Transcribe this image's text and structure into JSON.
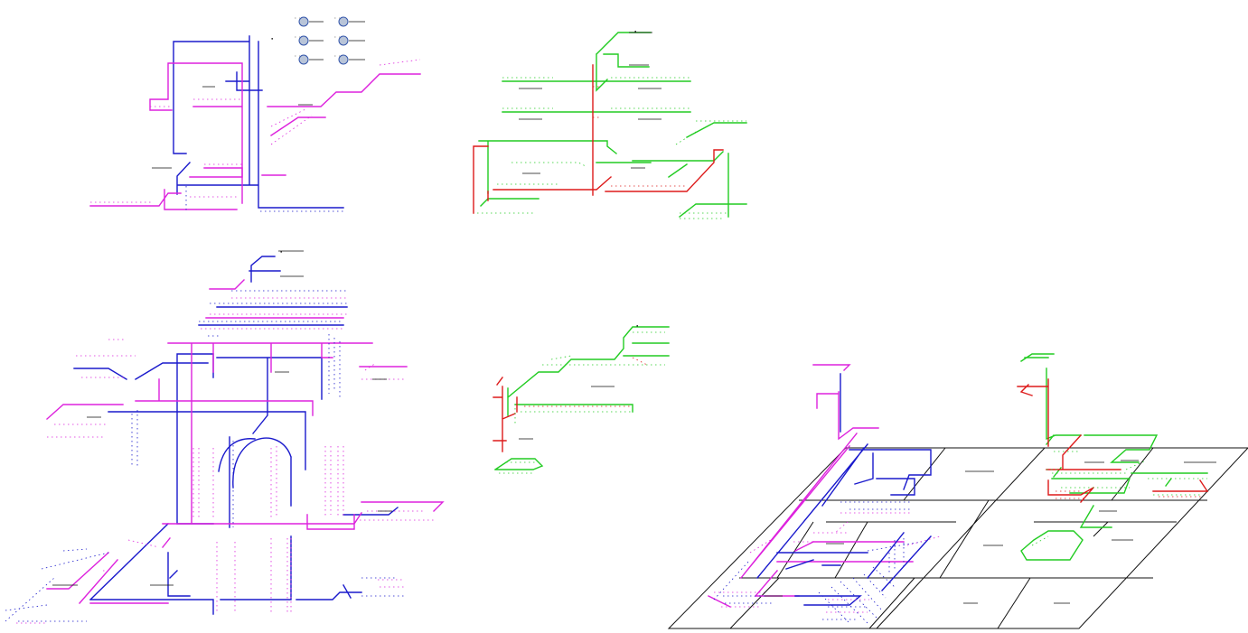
{
  "colors": {
    "blue": "#1a1acc",
    "magenta": "#dd22dd",
    "green": "#22cc22",
    "red": "#dd1a1a",
    "floor": "#111111",
    "fixture": "#b0b0b0",
    "fixture_ring": "#3355aa"
  },
  "icons": [
    "fixture-symbol-icon"
  ],
  "diagrams": [
    {
      "id": "supply-riser-upper-left",
      "systems": [
        "blue",
        "magenta"
      ]
    },
    {
      "id": "sanitary-riser-upper-middle",
      "systems": [
        "green",
        "red"
      ]
    },
    {
      "id": "supply-riser-lower-left",
      "systems": [
        "blue",
        "magenta"
      ]
    },
    {
      "id": "sanitary-riser-lower-middle",
      "systems": [
        "green",
        "red"
      ]
    },
    {
      "id": "floor-plan-isometric-lower-right",
      "systems": [
        "blue",
        "magenta",
        "green",
        "red"
      ]
    }
  ]
}
